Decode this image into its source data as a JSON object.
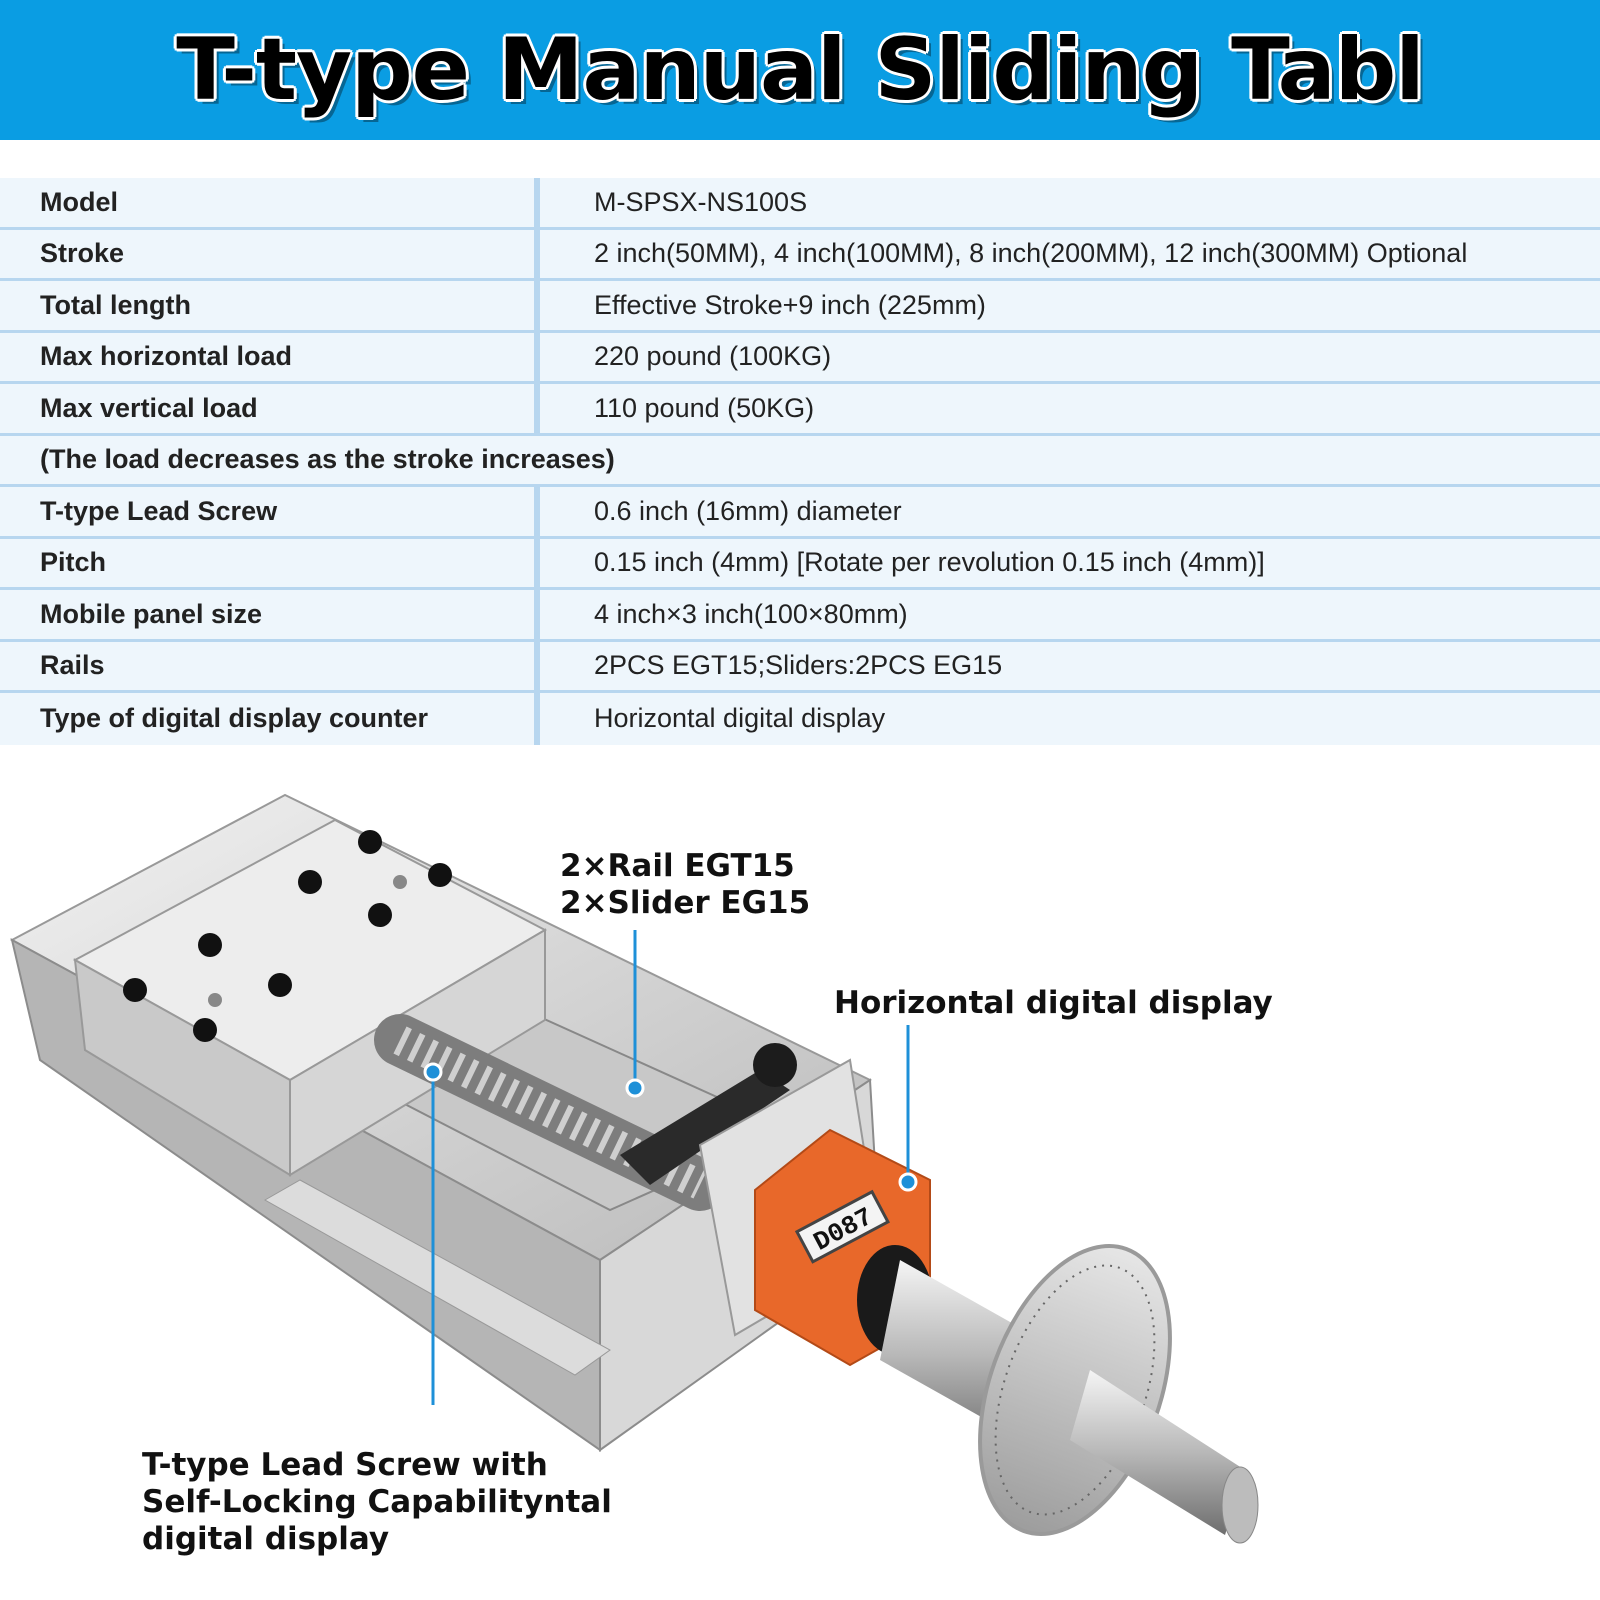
{
  "title": "T-type Manual Sliding Tabl",
  "specs": [
    {
      "label": "Model",
      "value": "M-SPSX-NS100S"
    },
    {
      "label": "Stroke",
      "value": "2 inch(50MM), 4 inch(100MM), 8 inch(200MM), 12 inch(300MM) Optional"
    },
    {
      "label": "Total length",
      "value": "Effective Stroke+9 inch (225mm)"
    },
    {
      "label": "Max horizontal load",
      "value": "220 pound (100KG)"
    },
    {
      "label": "Max vertical load",
      "value": "110 pound (50KG)"
    },
    {
      "label": "(The load decreases as the stroke increases)",
      "value": ""
    },
    {
      "label": "T-type Lead Screw",
      "value": "0.6 inch (16mm) diameter"
    },
    {
      "label": "Pitch",
      "value": "0.15 inch (4mm) [Rotate per revolution 0.15 inch (4mm)]"
    },
    {
      "label": "Mobile panel size",
      "value": "4 inch×3 inch(100×80mm)"
    },
    {
      "label": "Rails",
      "value": "2PCS EGT15;Sliders:2PCS EG15"
    },
    {
      "label": "Type of digital display counter",
      "value": "Horizontal digital display"
    }
  ],
  "callouts": {
    "rail_line1": "2×Rail EGT15",
    "rail_line2": "2×Slider EG15",
    "display": "Horizontal digital display",
    "screw_line1": "T-type Lead Screw with",
    "screw_line2": "Self-Locking Capabilityntal",
    "screw_line3": "digital display"
  },
  "counter_digits": "D087",
  "colors": {
    "banner": "#0a9de3",
    "row_bg": "#eef6fc",
    "divider": "#b7d6ef",
    "accent_line": "#1e90d8",
    "counter": "#e8682a"
  }
}
